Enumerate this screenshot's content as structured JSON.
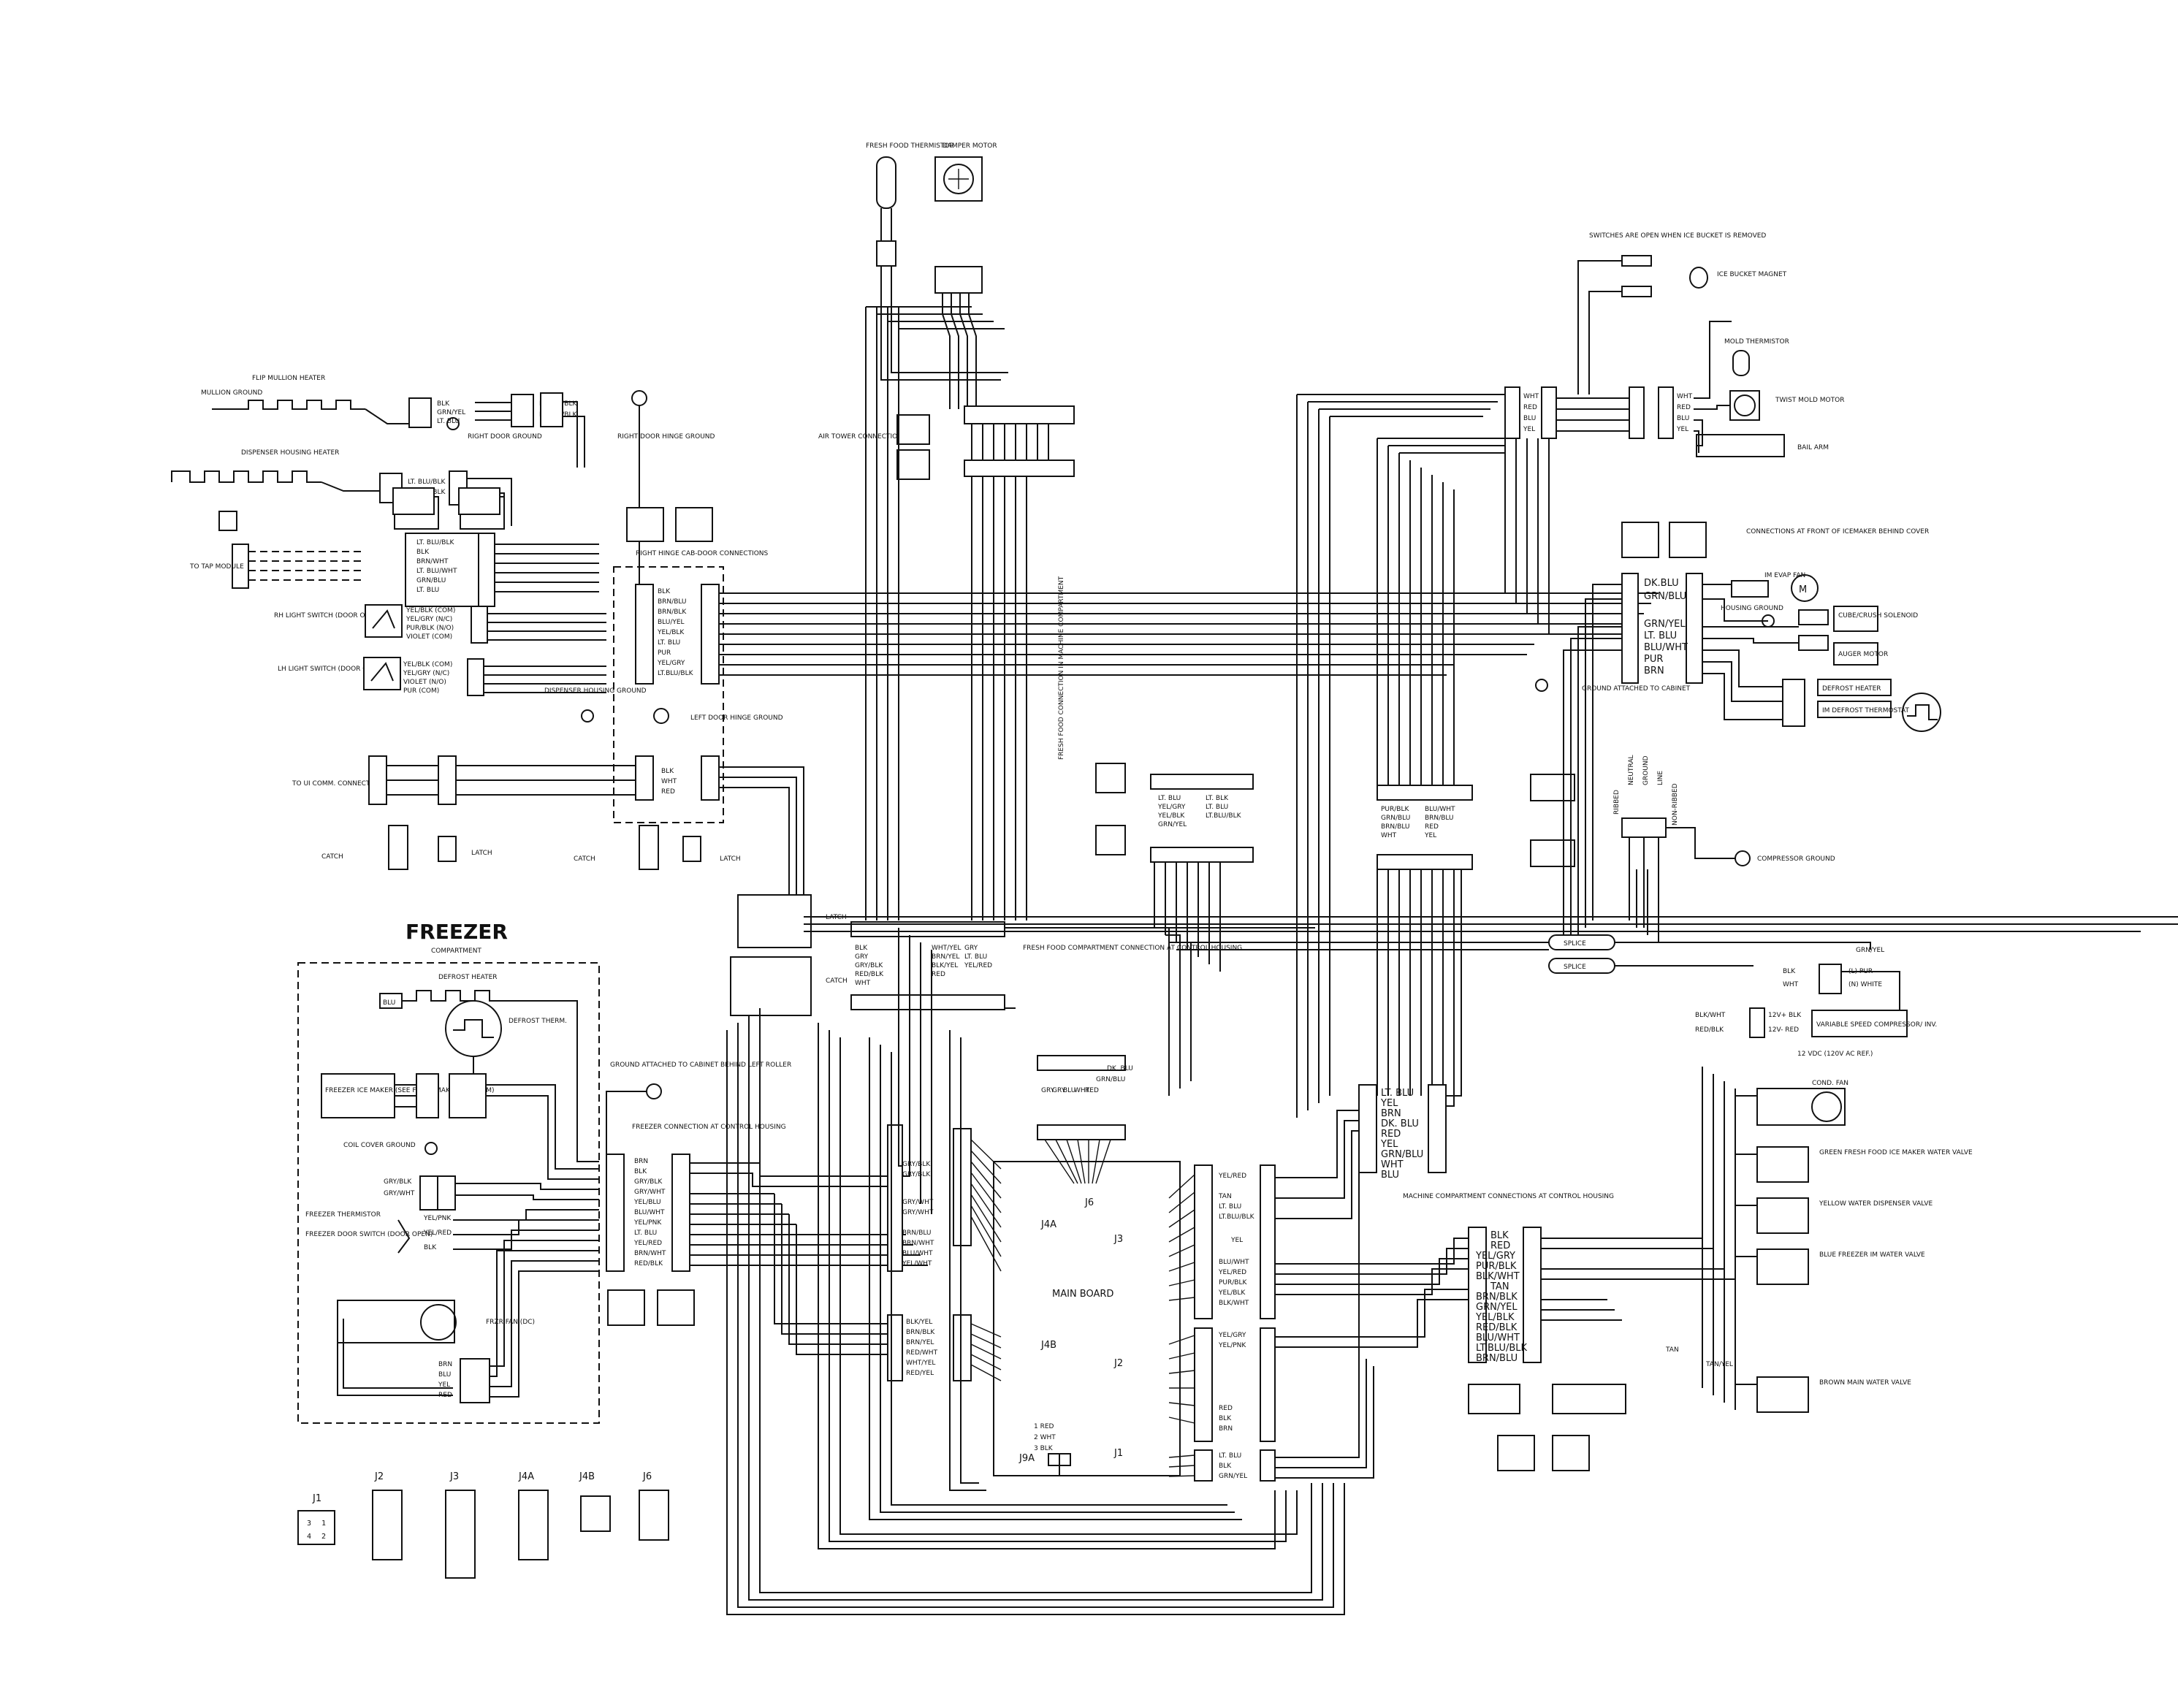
{
  "titles": {
    "freezer": "FREEZER",
    "freezer_sub": "COMPARTMENT",
    "main_board": "MAIN BOARD",
    "fresh_food_thermistor": "FRESH FOOD THERMISTOR",
    "damper_motor": "DAMPER MOTOR",
    "air_tower": "AIR TOWER CONNECTION",
    "right_hinge": "RIGHT HINGE CAB-DOOR CONNECTIONS",
    "switches_note": "SWITCHES ARE OPEN WHEN ICE BUCKET IS REMOVED",
    "ice_bucket_magnet": "ICE BUCKET MAGNET",
    "mold_thermistor": "MOLD THERMISTOR",
    "twist_mold_motor": "TWIST MOLD MOTOR",
    "bail_arm": "BAIL ARM",
    "icemaker_conn": "CONNECTIONS AT FRONT OF ICEMAKER BEHIND COVER",
    "ground_cabinet": "GROUND ATTACHED TO CABINET",
    "ff_machine": "FRESH FOOD CONNECTION IN MACHINE COMPARTMENT",
    "ff_control": "FRESH FOOD COMPARTMENT CONNECTION AT CONTROL HOUSING",
    "freezer_control": "FREEZER CONNECTION AT CONTROL HOUSING",
    "machine_control": "MACHINE COMPARTMENT CONNECTIONS AT CONTROL HOUSING",
    "compressor_ground": "COMPRESSOR GROUND",
    "vs_compressor": "VARIABLE SPEED COMPRESSOR/ INV.",
    "vs_note": "12 VDC (120V AC REF.)",
    "cond_fan": "COND. FAN",
    "green_valve": "GREEN FRESH FOOD ICE MAKER WATER VALVE",
    "yellow_valve": "YELLOW WATER DISPENSER VALVE",
    "blue_valve": "BLUE FREEZER IM WATER VALVE",
    "brown_valve": "BROWN MAIN WATER VALVE",
    "flip_mullion": "FLIP MULLION HEATER",
    "mullion_ground": "MULLION GROUND",
    "dispenser_heater": "DISPENSER HOUSING HEATER",
    "right_door_ground": "RIGHT DOOR GROUND",
    "right_door_hinge_ground": "RIGHT DOOR HINGE GROUND",
    "rh_light": "RH LIGHT SWITCH (DOOR OPEN)",
    "lh_light": "LH LIGHT SWITCH (DOOR OPEN)",
    "dispenser_ground": "DISPENSER HOUSING GROUND",
    "left_hinge_ground": "LEFT DOOR HINGE GROUND",
    "to_tap_module": "TO TAP MODULE",
    "to_ui_conn": "TO UI COMM. CONNECTOR",
    "catch": "CATCH",
    "latch": "LATCH",
    "defrost_heater": "DEFROST HEATER",
    "defrost_therm": "DEFROST THERM.",
    "freezer_ice_maker": "FREEZER ICE MAKER (SEE FZ ICE MAKER DIAGRAM)",
    "coil_cover_ground": "COIL COVER GROUND",
    "freezer_thermistor": "FREEZER THERMISTOR",
    "freezer_door_switch": "FREEZER DOOR SWITCH (DOOR OPEN)",
    "frzr_fan": "FRZR FAN (DC)",
    "ground_left_roller": "GROUND ATTACHED TO CABINET BEHIND LEFT ROLLER",
    "ribbed": "RIBBED",
    "neutral": "NEUTRAL",
    "ground": "GROUND",
    "line": "LINE",
    "non_ribbed": "NON-RIBBED",
    "splice": "SPLICE",
    "evap_fan": "IM EVAP FAN",
    "housing_ground": "HOUSING GROUND",
    "cube_crush": "CUBE/CRUSH SOLENOID",
    "auger_motor": "AUGER MOTOR",
    "defrost_heater2": "DEFROST HEATER",
    "im_defrost_thermostat": "IM DEFROST THERMOSTAT"
  },
  "board_headers": {
    "j1": "J1",
    "j2": "J2",
    "j3": "J3",
    "j4a": "J4A",
    "j4b": "J4B",
    "j6": "J6",
    "j9a": "J9A"
  },
  "j9a_pins": [
    "1 RED",
    "2 WHT",
    "3 BLK"
  ],
  "footer_connectors": [
    "J1",
    "J2",
    "J3",
    "J4A",
    "J4B",
    "J6"
  ],
  "right_hinge_wires": [
    "BLK",
    "BRN/BLU",
    "BRN/BLK",
    "BLU/YEL",
    "YEL/BLK",
    "LT. BLU",
    "PUR",
    "YEL/GRY",
    "LT.BLU/BLK"
  ],
  "freezer_control_wires": [
    "BRN",
    "BLK",
    "GRY/BLK",
    "GRY/WHT",
    "YEL/BLU",
    "BLU/WHT",
    "YEL/PNK",
    "LT. BLU",
    "YEL/RED",
    "BRN/WHT",
    "RED/BLK"
  ],
  "j4a_wires": [
    "GRY/BLK",
    "GRY/BLK",
    "GRY/WHT",
    "GRY/WHT",
    "BRN/BLU",
    "BRN/WHT",
    "BLU/WHT",
    "YEL/WHT"
  ],
  "j4b_wires": [
    "BLK/YEL",
    "BRN/BLK",
    "BRN/YEL",
    "RED/WHT",
    "WHT/YEL",
    "RED/YEL"
  ],
  "j6_wires": [
    "GRY",
    "GRY",
    "BLU",
    "WHT",
    "RED",
    "GRN/BLU",
    "DK. BLU"
  ],
  "j3_wires": [
    "YEL/RED",
    "TAN",
    "LT. BLU",
    "LT.BLU/BLK",
    "YEL",
    "BLU/WHT",
    "YEL/RED",
    "PUR/BLK",
    "YEL/BLK",
    "BLK/WHT"
  ],
  "j2_wires": [
    "YEL/GRY",
    "YEL/PNK",
    "RED",
    "BLK",
    "BRN"
  ],
  "j1_wires": [
    "LT. BLU",
    "BLK",
    "GRN/YEL"
  ],
  "ff_control_wires": [
    "BLK",
    "GRY",
    "GRY/BLK",
    "RED/BLK",
    "WHT",
    "WHT/YEL",
    "BRN/YEL",
    "BLK/YEL",
    "RED",
    "GRY",
    "LT. BLU",
    "YEL/RED"
  ],
  "ff_machine_wires": [
    "LT. BLU",
    "YEL/GRY",
    "YEL/BLK",
    "GRN/YEL",
    "LT. BLK",
    "LT. BLU",
    "LT.BLU/BLK"
  ],
  "mc_top_wires": [
    "PUR/BLK",
    "GRN/BLU",
    "BRN/BLU",
    "WHT",
    "BLU/WHT",
    "BRN/BLU",
    "RED",
    "YEL"
  ],
  "mc_right_wires": [
    "LT. BLU",
    "YEL",
    "BRN",
    "DK. BLU",
    "RED",
    "YEL",
    "GRN/BLU",
    "WHT",
    "BLU"
  ],
  "machine_control_wires": [
    "BLK",
    "RED",
    "YEL/GRY",
    "PUR/BLK",
    "BLK/WHT",
    "TAN",
    "BRN/BLK",
    "GRN/YEL",
    "YEL/BLK",
    "RED/BLK",
    "BLU/WHT",
    "LT.BLU/BLK",
    "BRN/BLU"
  ],
  "icemaker_wires": [
    "DK.BLU",
    "GRN/BLU",
    "GRN/YEL",
    "LT. BLU",
    "BLU/WHT",
    "PUR",
    "BRN"
  ],
  "switch_wires": [
    "WHT",
    "RED",
    "BLU",
    "YEL"
  ],
  "mold_wires": [
    "WHT",
    "RED",
    "BLU",
    "YEL"
  ],
  "left_harness_top": [
    "BLK",
    "GRN/YEL",
    "LT. BLU"
  ],
  "left_harness_mid": [
    "LT. BLU/BLK",
    "LT. BLU/BLK"
  ],
  "left_harness_tap": [
    "LT. BLU/BLK",
    "BLK",
    "BRN/WHT",
    "LT. BLU/WHT",
    "GRN/BLU",
    "LT. BLU"
  ],
  "rh_switch_wires": [
    "YEL/BLK (COM)",
    "YEL/GRY (N/C)",
    "PUR/BLK (N/O)",
    "VIOLET (COM)"
  ],
  "lh_switch_wires": [
    "YEL/BLK (COM)",
    "YEL/GRY (N/C)",
    "VIOLET (N/O)",
    "PUR (COM)"
  ],
  "ui_wires": [
    "BLK",
    "WHT",
    "RED"
  ],
  "freezer_fan_wires": [
    "BRN",
    "BLU",
    "YEL",
    "RED"
  ],
  "thermistor_wires": [
    "GRY/BLK",
    "GRY/WHT"
  ],
  "door_switch_wires": [
    "YEL/PNK",
    "YEL/RED",
    "BLK"
  ],
  "blu_label": "BLU",
  "compressor_wires": [
    "BLK/WHT",
    "RED/BLK"
  ],
  "compressor_side": [
    "12V+ BLK",
    "12V- RED"
  ],
  "inverter_wires": [
    "BLK",
    "WHT"
  ],
  "inverter_side": [
    "(L) PUR",
    "(N) WHITE"
  ],
  "valve_wires": [
    "TAN",
    "TAN/YEL"
  ],
  "grn_yel": "GRN/YEL"
}
